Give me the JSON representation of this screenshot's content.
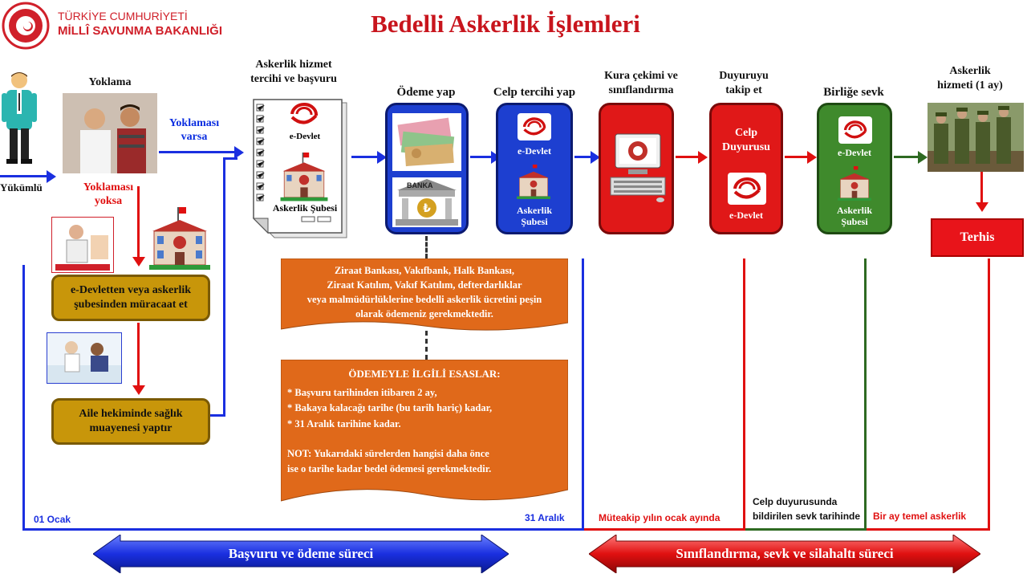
{
  "header": {
    "ministry_line1": "TÜRKİYE CUMHURİYETİ",
    "ministry_line2": "MİLLÎ SAVUNMA BAKANLIĞI",
    "title": "Bedelli Askerlik İşlemleri"
  },
  "left": {
    "person_label": "Yükümlü",
    "yoklama": "Yoklama",
    "yoklamasi_varsa": [
      "Yoklaması",
      "varsa"
    ],
    "yoklamasi_yoksa": [
      "Yoklaması",
      "yoksa"
    ],
    "box1": [
      "e-Devletten veya askerlik",
      "şubesinden müracaat et"
    ],
    "box2": [
      "Aile hekiminde sağlık",
      "muayenesi yaptır"
    ]
  },
  "steps": {
    "basvuru_title": [
      "Askerlik hizmet",
      "tercihi ve başvuru"
    ],
    "odeme_title": "Ödeme yap",
    "celp_title": "Celp tercihi yap",
    "kura_title": [
      "Kura çekimi ve",
      "sınıflandırma"
    ],
    "duyuru_title": [
      "Duyuruyu",
      "takip et"
    ],
    "birlige_title": "Birliğe sevk",
    "hizmet_title": [
      "Askerlik",
      "hizmeti  (1 ay)"
    ]
  },
  "labels": {
    "edevlet": "e-Devlet",
    "askerlik_subesi": "Askerlik Şubesi",
    "askerlik_subesi_2": [
      "Askerlik",
      "Şubesi"
    ],
    "banka": "BANKA",
    "celp_duyurusu": [
      "Celp",
      "Duyurusu"
    ],
    "terhis": "Terhis"
  },
  "notes": {
    "banks": [
      "Ziraat Bankası, Vakıfbank, Halk Bankası,",
      "Ziraat Katılım, Vakıf  Katılım, defterdarlıklar",
      "veya malmüdürlüklerine bedelli askerlik ücretini peşin",
      "olarak ödemeniz gerekmektedir."
    ],
    "esaslar_title": "ÖDEMEYLE  İLGİLİ  ESASLAR:",
    "esaslar": [
      "* Başvuru  tarihinden  itibaren  2  ay,",
      "* Bakaya kalacağı tarihe  (bu tarih  hariç)  kadar,",
      "* 31 Aralık  tarihine  kadar."
    ],
    "not": [
      "NOT: Yukarıdaki sürelerden hangisi daha önce",
      "ise o tarihe kadar bedel ödemesi gerekmektedir."
    ]
  },
  "timeline": {
    "ocak": "01 Ocak",
    "aralik": "31 Aralık",
    "muteakip": "Müteakip yılın ocak ayında",
    "celp_sevk": [
      "Celp duyurusunda",
      "bildirilen sevk tarihinde"
    ],
    "bir_ay": "Bir ay temel askerlik"
  },
  "phases": {
    "phase1": "Başvuru ve ödeme süreci",
    "phase2": "Sınıflandırma,  sevk ve silahaltı  süreci"
  },
  "colors": {
    "blue": "#1d3fd0",
    "red": "#e01818",
    "green": "#3f8a2c",
    "gold": "#c8960a",
    "orange": "#e0691a"
  }
}
